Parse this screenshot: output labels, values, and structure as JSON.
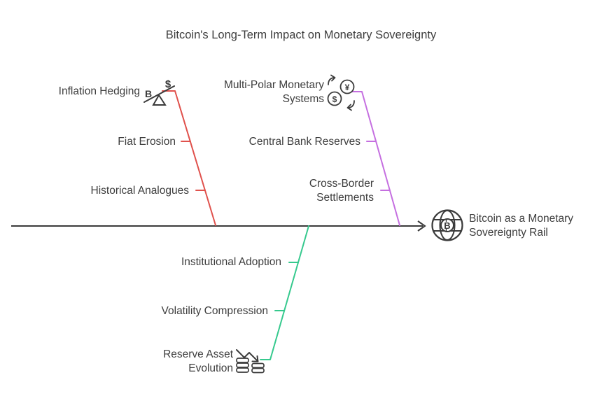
{
  "title": "Bitcoin's Long-Term Impact on Monetary Sovereignty",
  "effect": {
    "label": "Bitcoin as a Monetary Sovereignty Rail",
    "icon": "bitcoin-globe-icon"
  },
  "branches": [
    {
      "id": "inflation-hedging",
      "side": "top-left",
      "color": "#e0524d",
      "head": {
        "label": "Inflation Hedging",
        "icon": "bitcoin-dollar-seesaw-icon"
      },
      "causes": [
        "Fiat Erosion",
        "Historical Analogues"
      ]
    },
    {
      "id": "multi-polar-monetary-systems",
      "side": "top-right",
      "color": "#c56fe0",
      "head": {
        "label": "Multi-Polar Monetary Systems",
        "icon": "currency-exchange-icon"
      },
      "causes": [
        "Central Bank Reserves",
        "Cross-Border Settlements"
      ]
    },
    {
      "id": "reserve-asset-evolution",
      "side": "bottom",
      "color": "#36c98e",
      "head": {
        "label": "Reserve Asset Evolution",
        "icon": "declining-coins-icon"
      },
      "causes": [
        "Institutional Adoption",
        "Volatility Compression"
      ]
    }
  ],
  "icons": {
    "seesaw": {
      "left_symbol": "B",
      "right_symbol": "$"
    },
    "exchange": {
      "top_symbol": "¥",
      "bottom_symbol": "$"
    },
    "globe": {
      "symbol": "B"
    }
  },
  "colors": {
    "spine": "#3b3b3b",
    "text": "#3d3d3d",
    "background": "#ffffff"
  }
}
